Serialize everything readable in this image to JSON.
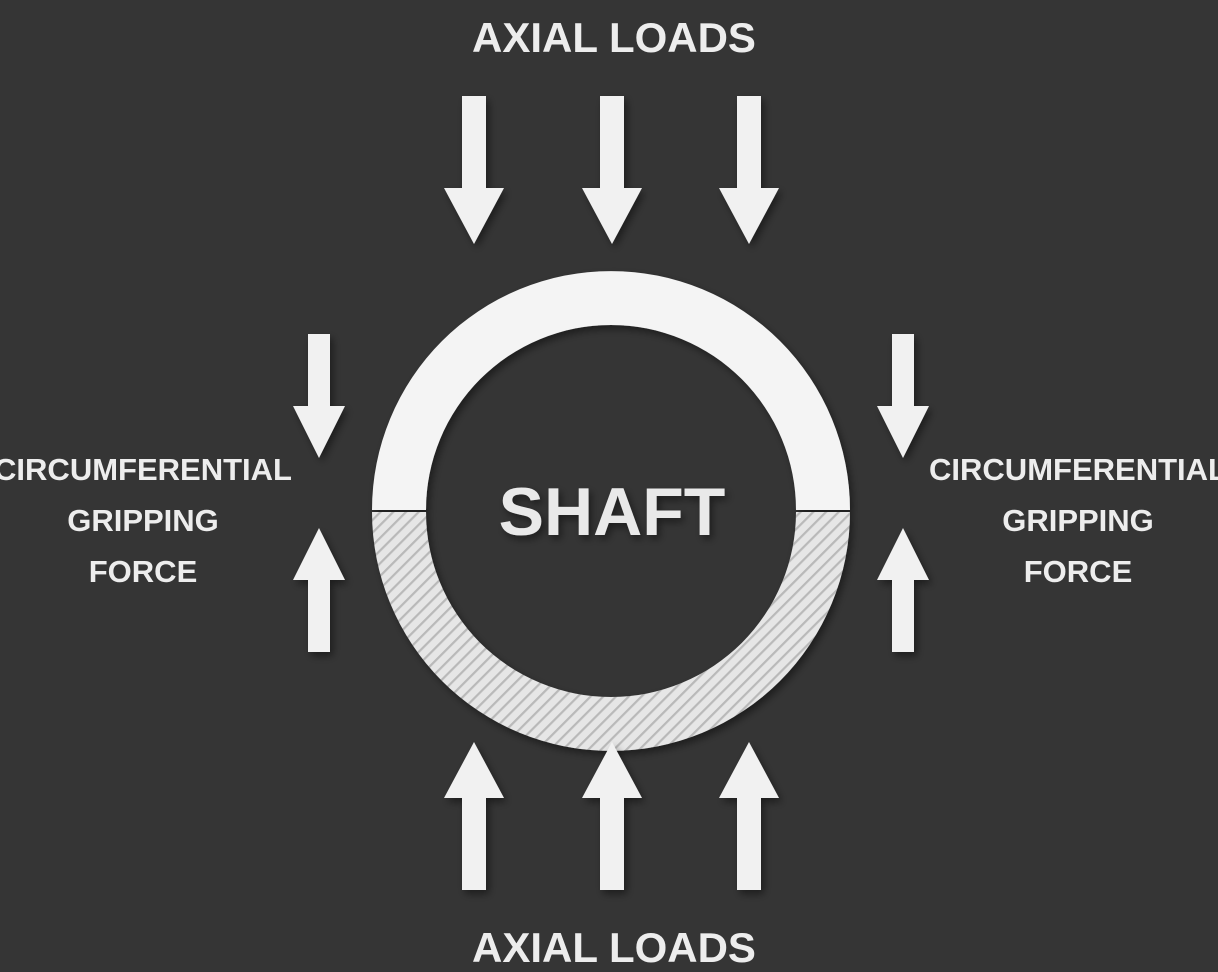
{
  "labels": {
    "top": "AXIAL LOADS",
    "bottom": "AXIAL LOADS",
    "center": "SHAFT",
    "left": [
      "CIRCUMFERENTIAL",
      "GRIPPING",
      "FORCE"
    ],
    "right": [
      "CIRCUMFERENTIAL",
      "GRIPPING",
      "FORCE"
    ]
  },
  "colors": {
    "background": "#353535",
    "ring_top": "#f4f4f4",
    "ring_bottom_hatch_base": "#e6e6e6",
    "ring_bottom_hatch_line": "#b9b9b9",
    "arrow": "#f1f1f1",
    "text": "#ededed"
  },
  "icons": {
    "load_arrow": "arrow-down-icon / arrow-up-icon",
    "ring": "shaft-ring"
  }
}
